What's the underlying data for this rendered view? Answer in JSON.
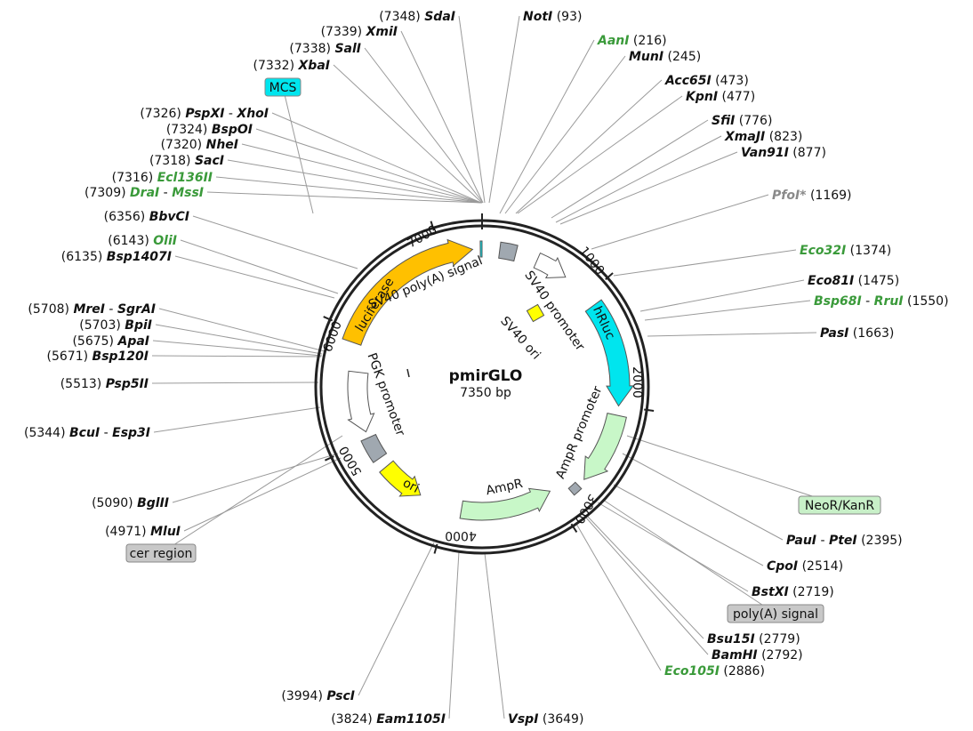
{
  "plasmid": {
    "name": "pmirGLO",
    "size_label": "7350 bp"
  },
  "ticks": [
    "1000",
    "2000",
    "3000",
    "4000",
    "5000",
    "6000",
    "7000"
  ],
  "enzymes": [
    {
      "segs": [
        {
          "t": "(7348) ",
          "s": "plain"
        },
        {
          "t": "Sda",
          "s": "enz"
        },
        {
          "t": "I",
          "s": "enz"
        }
      ]
    },
    {
      "segs": [
        {
          "t": "Not",
          "s": "enz"
        },
        {
          "t": "I",
          "s": "enz"
        },
        {
          "t": " (93)",
          "s": "plain"
        }
      ]
    },
    {
      "segs": [
        {
          "t": "(7339) ",
          "s": "plain"
        },
        {
          "t": "Xmi",
          "s": "enz"
        },
        {
          "t": "I",
          "s": "enz"
        }
      ]
    },
    {
      "segs": [
        {
          "t": "Aan",
          "s": "enzg"
        },
        {
          "t": "I",
          "s": "enzg"
        },
        {
          "t": " (216)",
          "s": "plain"
        }
      ]
    },
    {
      "segs": [
        {
          "t": "(7338) ",
          "s": "plain"
        },
        {
          "t": "Sal",
          "s": "enz"
        },
        {
          "t": "I",
          "s": "enz"
        }
      ]
    },
    {
      "segs": [
        {
          "t": "Mun",
          "s": "enz"
        },
        {
          "t": "I",
          "s": "enz"
        },
        {
          "t": " (245)",
          "s": "plain"
        }
      ]
    },
    {
      "segs": [
        {
          "t": "(7332) ",
          "s": "plain"
        },
        {
          "t": "Xba",
          "s": "enz"
        },
        {
          "t": "I",
          "s": "enz"
        }
      ]
    },
    {
      "segs": [
        {
          "t": "Acc65",
          "s": "enz"
        },
        {
          "t": "I",
          "s": "enz"
        },
        {
          "t": " (473)",
          "s": "plain"
        }
      ]
    },
    {
      "segs": [
        {
          "t": "Kpn",
          "s": "enz"
        },
        {
          "t": "I",
          "s": "enz"
        },
        {
          "t": " (477)",
          "s": "plain"
        }
      ]
    },
    {
      "segs": [
        {
          "t": "(7326) ",
          "s": "plain"
        },
        {
          "t": "PspXI",
          "s": "enz"
        },
        {
          "t": " - ",
          "s": "plain"
        },
        {
          "t": "XhoI",
          "s": "enz"
        }
      ]
    },
    {
      "segs": [
        {
          "t": "Sfi",
          "s": "enz"
        },
        {
          "t": "I",
          "s": "enz"
        },
        {
          "t": " (776)",
          "s": "plain"
        }
      ]
    },
    {
      "segs": [
        {
          "t": "(7324) ",
          "s": "plain"
        },
        {
          "t": "BspOI",
          "s": "enz"
        }
      ]
    },
    {
      "segs": [
        {
          "t": "XmaJI",
          "s": "enz"
        },
        {
          "t": " (823)",
          "s": "plain"
        }
      ]
    },
    {
      "segs": [
        {
          "t": "(7320) ",
          "s": "plain"
        },
        {
          "t": "NheI",
          "s": "enz"
        }
      ]
    },
    {
      "segs": [
        {
          "t": "Van91I",
          "s": "enz"
        },
        {
          "t": " (877)",
          "s": "plain"
        }
      ]
    },
    {
      "segs": [
        {
          "t": "(7318) ",
          "s": "plain"
        },
        {
          "t": "SacI",
          "s": "enz"
        }
      ]
    },
    {
      "segs": [
        {
          "t": "(7316) ",
          "s": "plain"
        },
        {
          "t": "Ecl136II",
          "s": "enzg"
        }
      ]
    },
    {
      "segs": [
        {
          "t": "(7309) ",
          "s": "plain"
        },
        {
          "t": "DraI",
          "s": "enzg"
        },
        {
          "t": " - ",
          "s": "plain"
        },
        {
          "t": "MssI",
          "s": "enzg"
        }
      ]
    },
    {
      "segs": [
        {
          "t": "PfoI*",
          "s": "enzgr"
        },
        {
          "t": " (1169)",
          "s": "plain"
        }
      ]
    },
    {
      "segs": [
        {
          "t": "(6356) ",
          "s": "plain"
        },
        {
          "t": "BbvCI",
          "s": "enz"
        }
      ]
    },
    {
      "segs": [
        {
          "t": "(6143) ",
          "s": "plain"
        },
        {
          "t": "OliI",
          "s": "enzg"
        }
      ]
    },
    {
      "segs": [
        {
          "t": "Eco32I",
          "s": "enzg"
        },
        {
          "t": " (1374)",
          "s": "plain"
        }
      ]
    },
    {
      "segs": [
        {
          "t": "(6135) ",
          "s": "plain"
        },
        {
          "t": "Bsp1407I",
          "s": "enz"
        }
      ]
    },
    {
      "segs": [
        {
          "t": "Eco81I",
          "s": "enz"
        },
        {
          "t": " (1475)",
          "s": "plain"
        }
      ]
    },
    {
      "segs": [
        {
          "t": "Bsp68I",
          "s": "enzg"
        },
        {
          "t": " - ",
          "s": "plain"
        },
        {
          "t": "RruI",
          "s": "enzg"
        },
        {
          "t": " (1550)",
          "s": "plain"
        }
      ]
    },
    {
      "segs": [
        {
          "t": "(5708) ",
          "s": "plain"
        },
        {
          "t": "MreI",
          "s": "enz"
        },
        {
          "t": " - ",
          "s": "plain"
        },
        {
          "t": "SgrAI",
          "s": "enz"
        }
      ]
    },
    {
      "segs": [
        {
          "t": "(5703) ",
          "s": "plain"
        },
        {
          "t": "BpiI",
          "s": "enz"
        }
      ]
    },
    {
      "segs": [
        {
          "t": "PasI",
          "s": "enz"
        },
        {
          "t": " (1663)",
          "s": "plain"
        }
      ]
    },
    {
      "segs": [
        {
          "t": "(5675) ",
          "s": "plain"
        },
        {
          "t": "ApaI",
          "s": "enz"
        }
      ]
    },
    {
      "segs": [
        {
          "t": "(5671) ",
          "s": "plain"
        },
        {
          "t": "Bsp120I",
          "s": "enz"
        }
      ]
    },
    {
      "segs": [
        {
          "t": "(5513) ",
          "s": "plain"
        },
        {
          "t": "Psp5II",
          "s": "enz"
        }
      ]
    },
    {
      "segs": [
        {
          "t": "(5344) ",
          "s": "plain"
        },
        {
          "t": "BcuI",
          "s": "enz"
        },
        {
          "t": " - ",
          "s": "plain"
        },
        {
          "t": "Esp3I",
          "s": "enz"
        }
      ]
    },
    {
      "segs": [
        {
          "t": "(5090) ",
          "s": "plain"
        },
        {
          "t": "BglII",
          "s": "enz"
        }
      ]
    },
    {
      "segs": [
        {
          "t": "PauI",
          "s": "enz"
        },
        {
          "t": " - ",
          "s": "plain"
        },
        {
          "t": "PteI",
          "s": "enz"
        },
        {
          "t": " (2395)",
          "s": "plain"
        }
      ]
    },
    {
      "segs": [
        {
          "t": "(4971) ",
          "s": "plain"
        },
        {
          "t": "MluI",
          "s": "enz"
        }
      ]
    },
    {
      "segs": [
        {
          "t": "CpoI",
          "s": "enz"
        },
        {
          "t": " (2514)",
          "s": "plain"
        }
      ]
    },
    {
      "segs": [
        {
          "t": "BstXI",
          "s": "enz"
        },
        {
          "t": " (2719)",
          "s": "plain"
        }
      ]
    },
    {
      "segs": [
        {
          "t": "Bsu15I",
          "s": "enz"
        },
        {
          "t": " (2779)",
          "s": "plain"
        }
      ]
    },
    {
      "segs": [
        {
          "t": "BamHI",
          "s": "enz"
        },
        {
          "t": " (2792)",
          "s": "plain"
        }
      ]
    },
    {
      "segs": [
        {
          "t": "Eco105I",
          "s": "enzg"
        },
        {
          "t": " (2886)",
          "s": "plain"
        }
      ]
    },
    {
      "segs": [
        {
          "t": "(3994) ",
          "s": "plain"
        },
        {
          "t": "PscI",
          "s": "enz"
        }
      ]
    },
    {
      "segs": [
        {
          "t": "(3824) ",
          "s": "plain"
        },
        {
          "t": "Eam1105I",
          "s": "enz"
        }
      ]
    },
    {
      "segs": [
        {
          "t": "VspI",
          "s": "enz"
        },
        {
          "t": " (3649)",
          "s": "plain"
        }
      ]
    }
  ],
  "boxes": [
    {
      "text": "MCS",
      "fill": "#00e5ee"
    },
    {
      "text": "NeoR/KanR",
      "fill": "#c8f0c8"
    },
    {
      "text": "cer region",
      "fill": "#c8c8c8"
    },
    {
      "text": "poly(A) signal",
      "fill": "#c8c8c8"
    }
  ],
  "features": {
    "luciferase": "luciferase",
    "sv40_polya": "SV40 poly(A) signal",
    "sv40_promoter": "SV40 promoter",
    "sv40_ori": "SV40 ori",
    "hrluc": "hRluc",
    "ampr_promoter": "AmpR promoter",
    "ampr": "AmpR",
    "ori": "ori",
    "pgk_promoter": "PGK promoter"
  },
  "colors": {
    "luciferase": "#ffc000",
    "hrluc": "#00e5ee",
    "ampr": "#c8f7c8",
    "ori": "#ffff00",
    "promoter": "#ffffff",
    "polya": "#a0a8b0",
    "mcs": "#00e5ee"
  }
}
